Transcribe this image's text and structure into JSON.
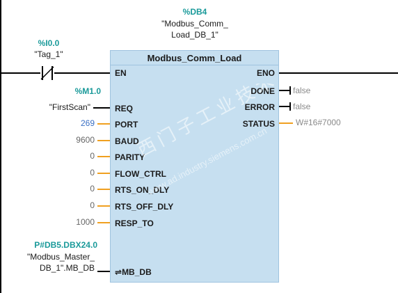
{
  "block": {
    "instance_address": "%DB4",
    "instance_name_line1": "\"Modbus_Comm_",
    "instance_name_line2": "Load_DB_1\"",
    "type_name": "Modbus_Comm_Load"
  },
  "contact": {
    "address": "%I0.0",
    "tag": "\"Tag_1\""
  },
  "inputs": {
    "en": "EN",
    "req": "REQ",
    "port": "PORT",
    "baud": "BAUD",
    "parity": "PARITY",
    "flow_ctrl": "FLOW_CTRL",
    "rts_on_dly": "RTS_ON_DLY",
    "rts_off_dly": "RTS_OFF_DLY",
    "resp_to": "RESP_TO",
    "mb_db": "MB_DB"
  },
  "outputs": {
    "eno": "ENO",
    "done": "DONE",
    "error": "ERROR",
    "status": "STATUS"
  },
  "params": {
    "req_address": "%M1.0",
    "req_tag": "\"FirstScan\"",
    "port_value": "269",
    "baud_value": "9600",
    "parity_value": "0",
    "flow_ctrl_value": "0",
    "rts_on_dly_value": "0",
    "rts_off_dly_value": "0",
    "resp_to_value": "1000",
    "mb_db_address": "P#DB5.DBX24.0",
    "mb_db_tag_line1": "\"Modbus_Master_",
    "mb_db_tag_line2": "DB_1\".MB_DB"
  },
  "output_values": {
    "done_value": "false",
    "error_value": "false",
    "status_value": "W#16#7000"
  },
  "watermark": {
    "cn": "西门子工业技术论坛",
    "url": "www.ad.industry.siemens.com.cn"
  },
  "colors": {
    "block_fill": "#c6dff0",
    "db_address": "#1a9a9a",
    "status_wire": "#f0a020",
    "port_value": "#3a6fc4"
  }
}
